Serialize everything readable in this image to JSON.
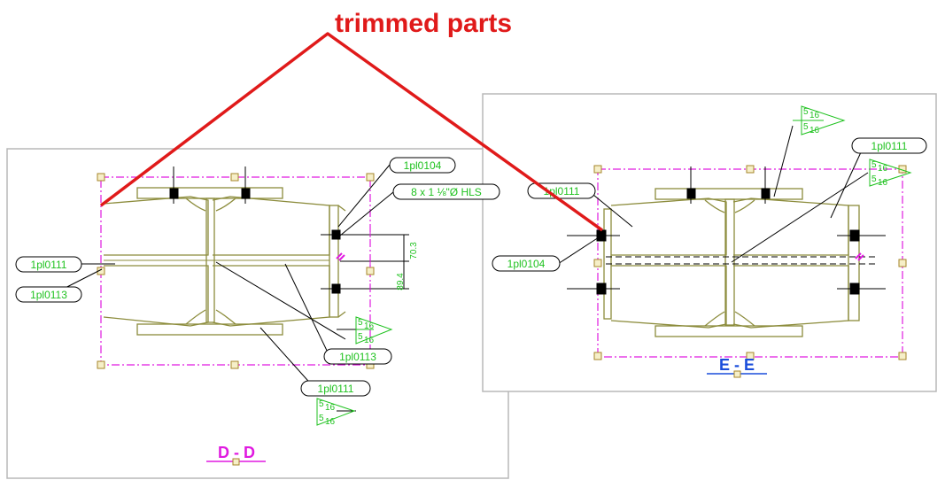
{
  "annotation": {
    "title": "trimmed parts"
  },
  "colors": {
    "annotation": "#e01a1a",
    "outline": "#8c8c3c",
    "label": "#1fc21f",
    "boundary": "#e01ae0",
    "section_title_dd": "#e01ae0",
    "section_title_ee": "#1a4ddb",
    "frame": "#b8b8b8"
  },
  "views": {
    "dd": {
      "title": "D - D",
      "labels": {
        "pl0104": "1pl0104",
        "hole": "8 x 1 ⅛\"Ø HLS",
        "pl0111_left": "1pl0111",
        "pl0113_left": "1pl0113",
        "pl0113_right": "1pl0113",
        "pl0111_bottom": "1pl0111"
      },
      "dims": {
        "upper": "70.3",
        "lower": "89.4"
      },
      "weld": {
        "numerator": "5",
        "denominator": "16"
      }
    },
    "ee": {
      "title": "E - E",
      "labels": {
        "pl0111_left": "1pl0111",
        "pl0111_right": "1pl0111",
        "pl0104": "1pl0104"
      },
      "weld": {
        "numerator": "5",
        "denominator": "16"
      }
    }
  }
}
